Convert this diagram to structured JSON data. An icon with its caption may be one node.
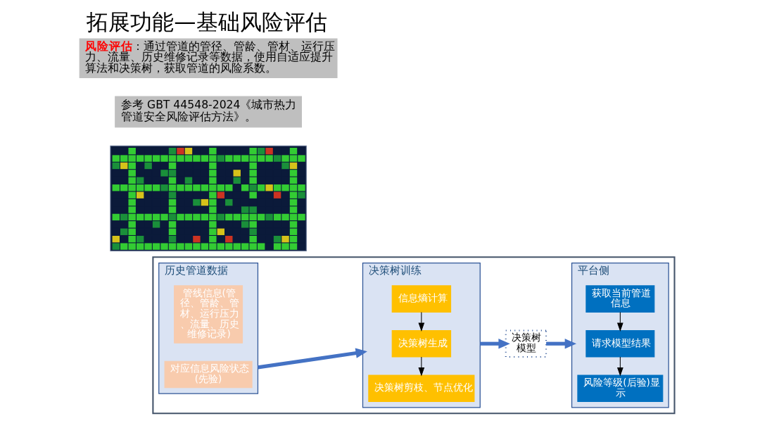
{
  "diagram": {
    "title": "拓展功能—基础风险评估",
    "nodes": [
      {
        "text": [],
        "shape": "box"
      },
      {
        "text": [
          "历史管道数据"
        ],
        "in": 0
      },
      {
        "text": [
          "管线信息(管径、管龄、管材、运行压力、流量、历史维修记录)"
        ],
        "in": 1
      },
      {
        "text": [
          "对应信息风险状态(先验)"
        ],
        "in": 1
      },
      {
        "text": [
          "决策树训练"
        ],
        "in": 0
      },
      {
        "text": [
          "信息熵计算"
        ],
        "in": 4
      },
      {
        "text": [
          "决策树生成"
        ],
        "in": 4
      },
      {
        "text": [
          "决策树剪枝、节点优化"
        ],
        "in": 4
      },
      {
        "text": [
          "决策树模型"
        ],
        "in": 0
      },
      {
        "text": [
          "平台侧"
        ],
        "in": 0
      },
      {
        "text": [
          "获取当前管道信息"
        ],
        "in": 9
      },
      {
        "text": [
          "请求模型结果"
        ],
        "in": 9
      },
      {
        "text": [
          "风险等级(后验)显示"
        ],
        "in": 9
      },
      {
        "text": [],
        "shape": "picture"
      }
    ],
    "edges": [
      {
        "from": 1,
        "to": 4,
        "arrow": "to",
        "style": "thick",
        "color": "#4472c4"
      },
      {
        "from": 4,
        "to": 8,
        "arrow": "to",
        "style": "thick",
        "color": "#4472c4"
      },
      {
        "from": 8,
        "to": 9,
        "arrow": "to",
        "style": "thick",
        "color": "#4472c4"
      },
      {
        "from": 5,
        "to": 6,
        "arrow": "to"
      },
      {
        "from": 6,
        "to": 7,
        "arrow": "to"
      },
      {
        "from": 10,
        "to": 11,
        "arrow": "to"
      },
      {
        "from": 11,
        "to": 12,
        "arrow": "to"
      }
    ],
    "labels": [
      "**风险评估**：通过管道的管径、管龄、管材、运行压力、流量、历史维修记录等数据，使用自适应提升算法和决策树，获取管道的风险系数。",
      "参考 GBT 44548-2024《城市热力管道安全风险评估方法》。"
    ]
  }
}
